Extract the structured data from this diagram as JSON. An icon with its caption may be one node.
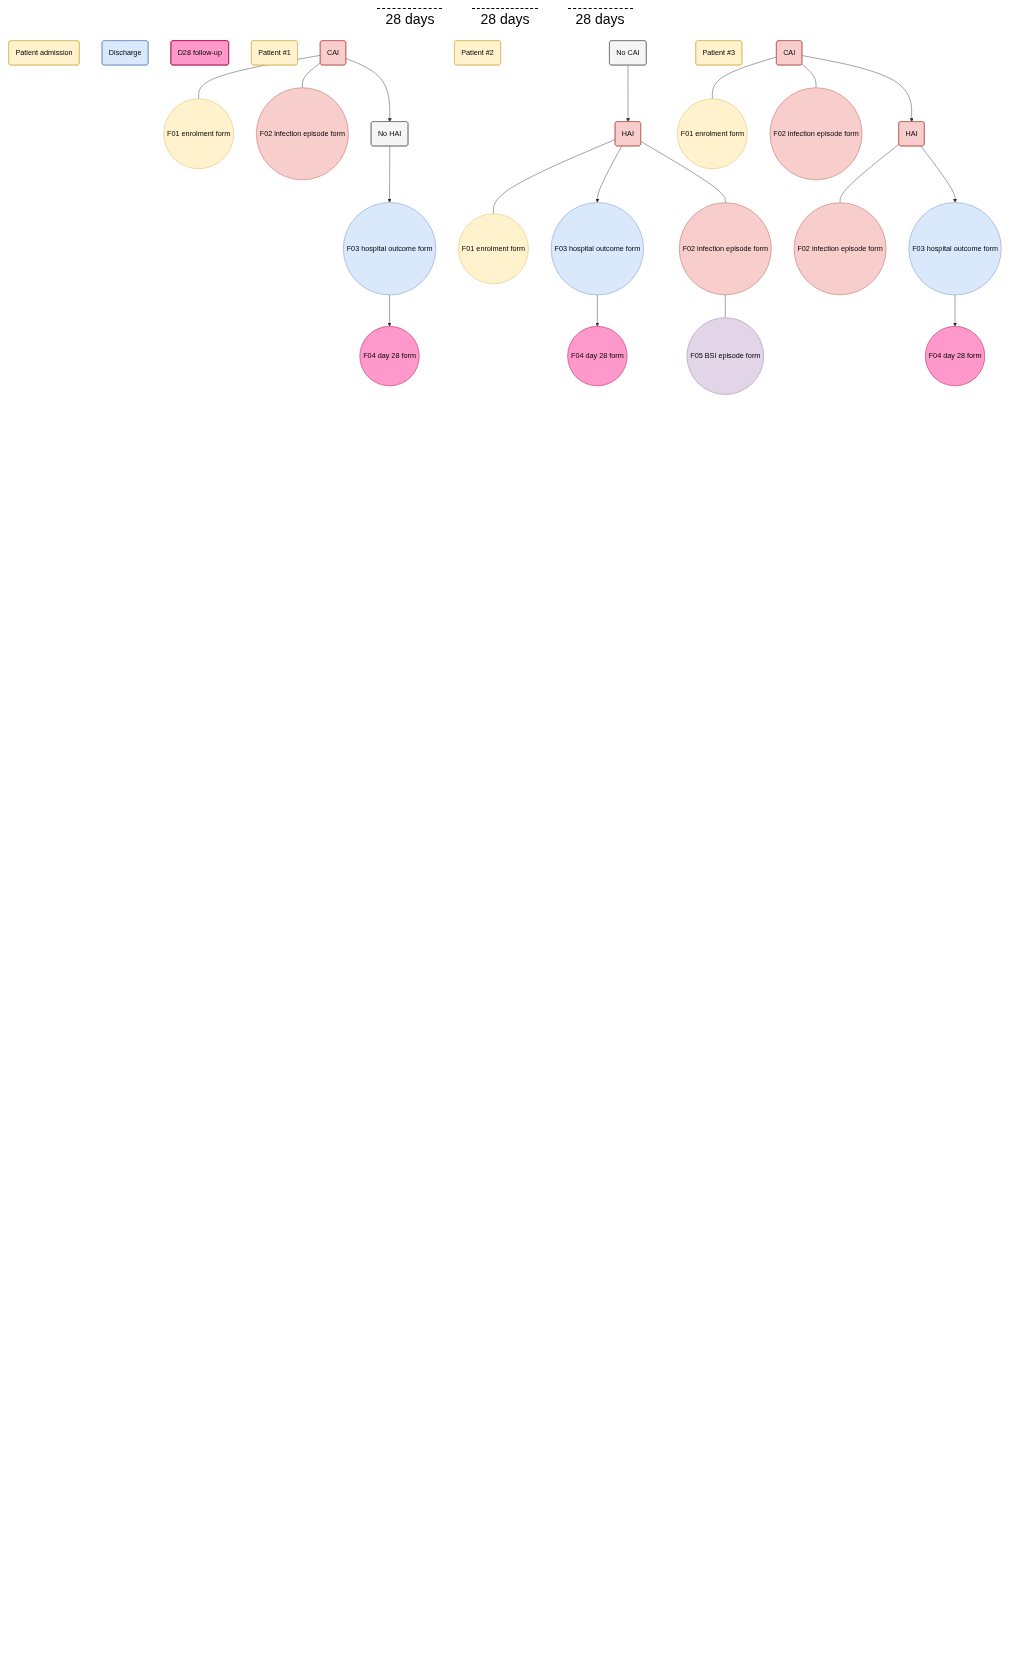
{
  "diagram": {
    "nodes": [
      {
        "text": [
          "Patient admission"
        ]
      },
      {
        "text": [
          "Discharge"
        ]
      },
      {
        "text": [
          "D28 follow-up"
        ]
      },
      {
        "text": [
          "Patient #1"
        ]
      },
      {
        "text": [
          "CAI"
        ]
      },
      {
        "text": [
          "F01 enrolment form"
        ]
      },
      {
        "text": [
          "F02 infection episode form"
        ]
      },
      {
        "text": [
          "No HAI"
        ]
      },
      {
        "text": [
          "F03 hospital outcome form"
        ]
      },
      {
        "text": [
          "F04 day 28 form"
        ]
      },
      {
        "text": [
          "Patient #2"
        ]
      },
      {
        "text": [
          "No CAI"
        ]
      },
      {
        "text": [
          "HAI"
        ]
      },
      {
        "text": [
          "F01 enrolment form"
        ]
      },
      {
        "text": [
          "F02 infection episode form"
        ]
      },
      {
        "text": [
          "F05 BSI episode form"
        ]
      },
      {
        "text": [
          "F03 hospital outcome form"
        ]
      },
      {
        "text": [
          "F04 day 28 form"
        ]
      },
      {
        "text": [
          "Patient #3"
        ]
      },
      {
        "text": [
          "CAI"
        ]
      },
      {
        "text": [
          "F01 enrolment form"
        ]
      },
      {
        "text": [
          "F02 infection episode form"
        ]
      },
      {
        "text": [
          "HAI"
        ]
      },
      {
        "text": [
          "F02 infection episode form"
        ]
      },
      {
        "text": [
          "F03 hospital outcome form"
        ]
      },
      {
        "text": [
          "F04 day 28 form"
        ]
      }
    ],
    "edges": [
      {
        "from": 4,
        "to": 7,
        "arrow": "to"
      },
      {
        "from": 7,
        "to": 8,
        "arrow": "to"
      },
      {
        "from": 8,
        "to": 9,
        "arrow": "to"
      },
      {
        "from": 4,
        "to": 5,
        "arrow": "none"
      },
      {
        "from": 4,
        "to": 6,
        "arrow": "none"
      },
      {
        "from": 11,
        "to": 12,
        "arrow": "to"
      },
      {
        "from": 12,
        "to": 16,
        "arrow": "to"
      },
      {
        "from": 16,
        "to": 17,
        "arrow": "to"
      },
      {
        "from": 12,
        "to": 13,
        "arrow": "none"
      },
      {
        "from": 12,
        "to": 14,
        "arrow": "none"
      },
      {
        "from": 14,
        "to": 15,
        "arrow": "none"
      },
      {
        "from": 19,
        "to": 22,
        "arrow": "to"
      },
      {
        "from": 22,
        "to": 24,
        "arrow": "to"
      },
      {
        "from": 24,
        "to": 25,
        "arrow": "to"
      },
      {
        "from": 19,
        "to": 20,
        "arrow": "none"
      },
      {
        "from": 19,
        "to": 21,
        "arrow": "none"
      },
      {
        "from": 22,
        "to": 23,
        "arrow": "none"
      }
    ],
    "labels": [
      "28 days",
      "28 days",
      "28 days"
    ]
  }
}
